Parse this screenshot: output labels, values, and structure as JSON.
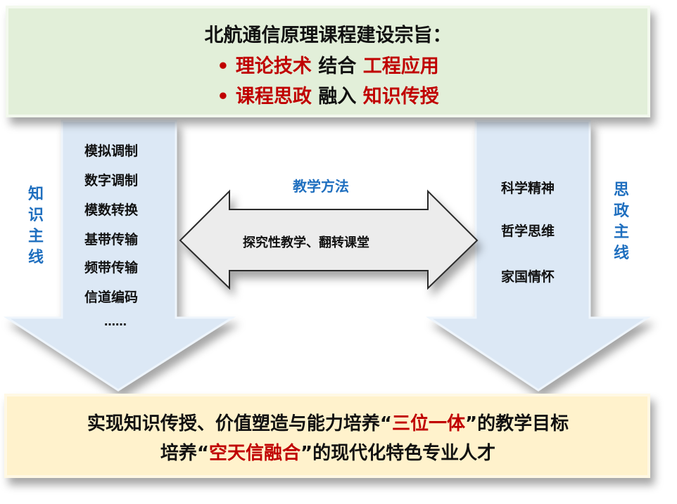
{
  "header": {
    "title": "北航通信原理课程建设宗旨：",
    "line1": {
      "bullet": "•",
      "a": "理论技术",
      "mid": " 结合 ",
      "b": "工程应用"
    },
    "line2": {
      "bullet": "•",
      "a": "课程思政",
      "mid": " 融入 ",
      "b": "知识传授"
    }
  },
  "left": {
    "label": "知识主线",
    "items": [
      "模拟调制",
      "数字调制",
      "模数转换",
      "基带传输",
      "频带传输",
      "信道编码",
      "……"
    ]
  },
  "middle": {
    "label": "教学方法",
    "text": "探究性教学、翻转课堂"
  },
  "right": {
    "label": "思政主线",
    "items": [
      "科学精神",
      "哲学思维",
      "家国情怀"
    ]
  },
  "footer": {
    "line1": {
      "a": "实现知识传授、价值塑造与能力培养“",
      "b": "三位一体",
      "c": "”的教学目标"
    },
    "line2": {
      "a": "培养“",
      "b": "空天信融合",
      "c": "”的现代化特色专业人才"
    }
  },
  "colors": {
    "accent_red": "#c00000",
    "accent_blue": "#1f6fbf",
    "top_bg": "#e2efd9",
    "bottom_bg": "#fff2cc",
    "arrow_fill": "#dce8f5"
  }
}
